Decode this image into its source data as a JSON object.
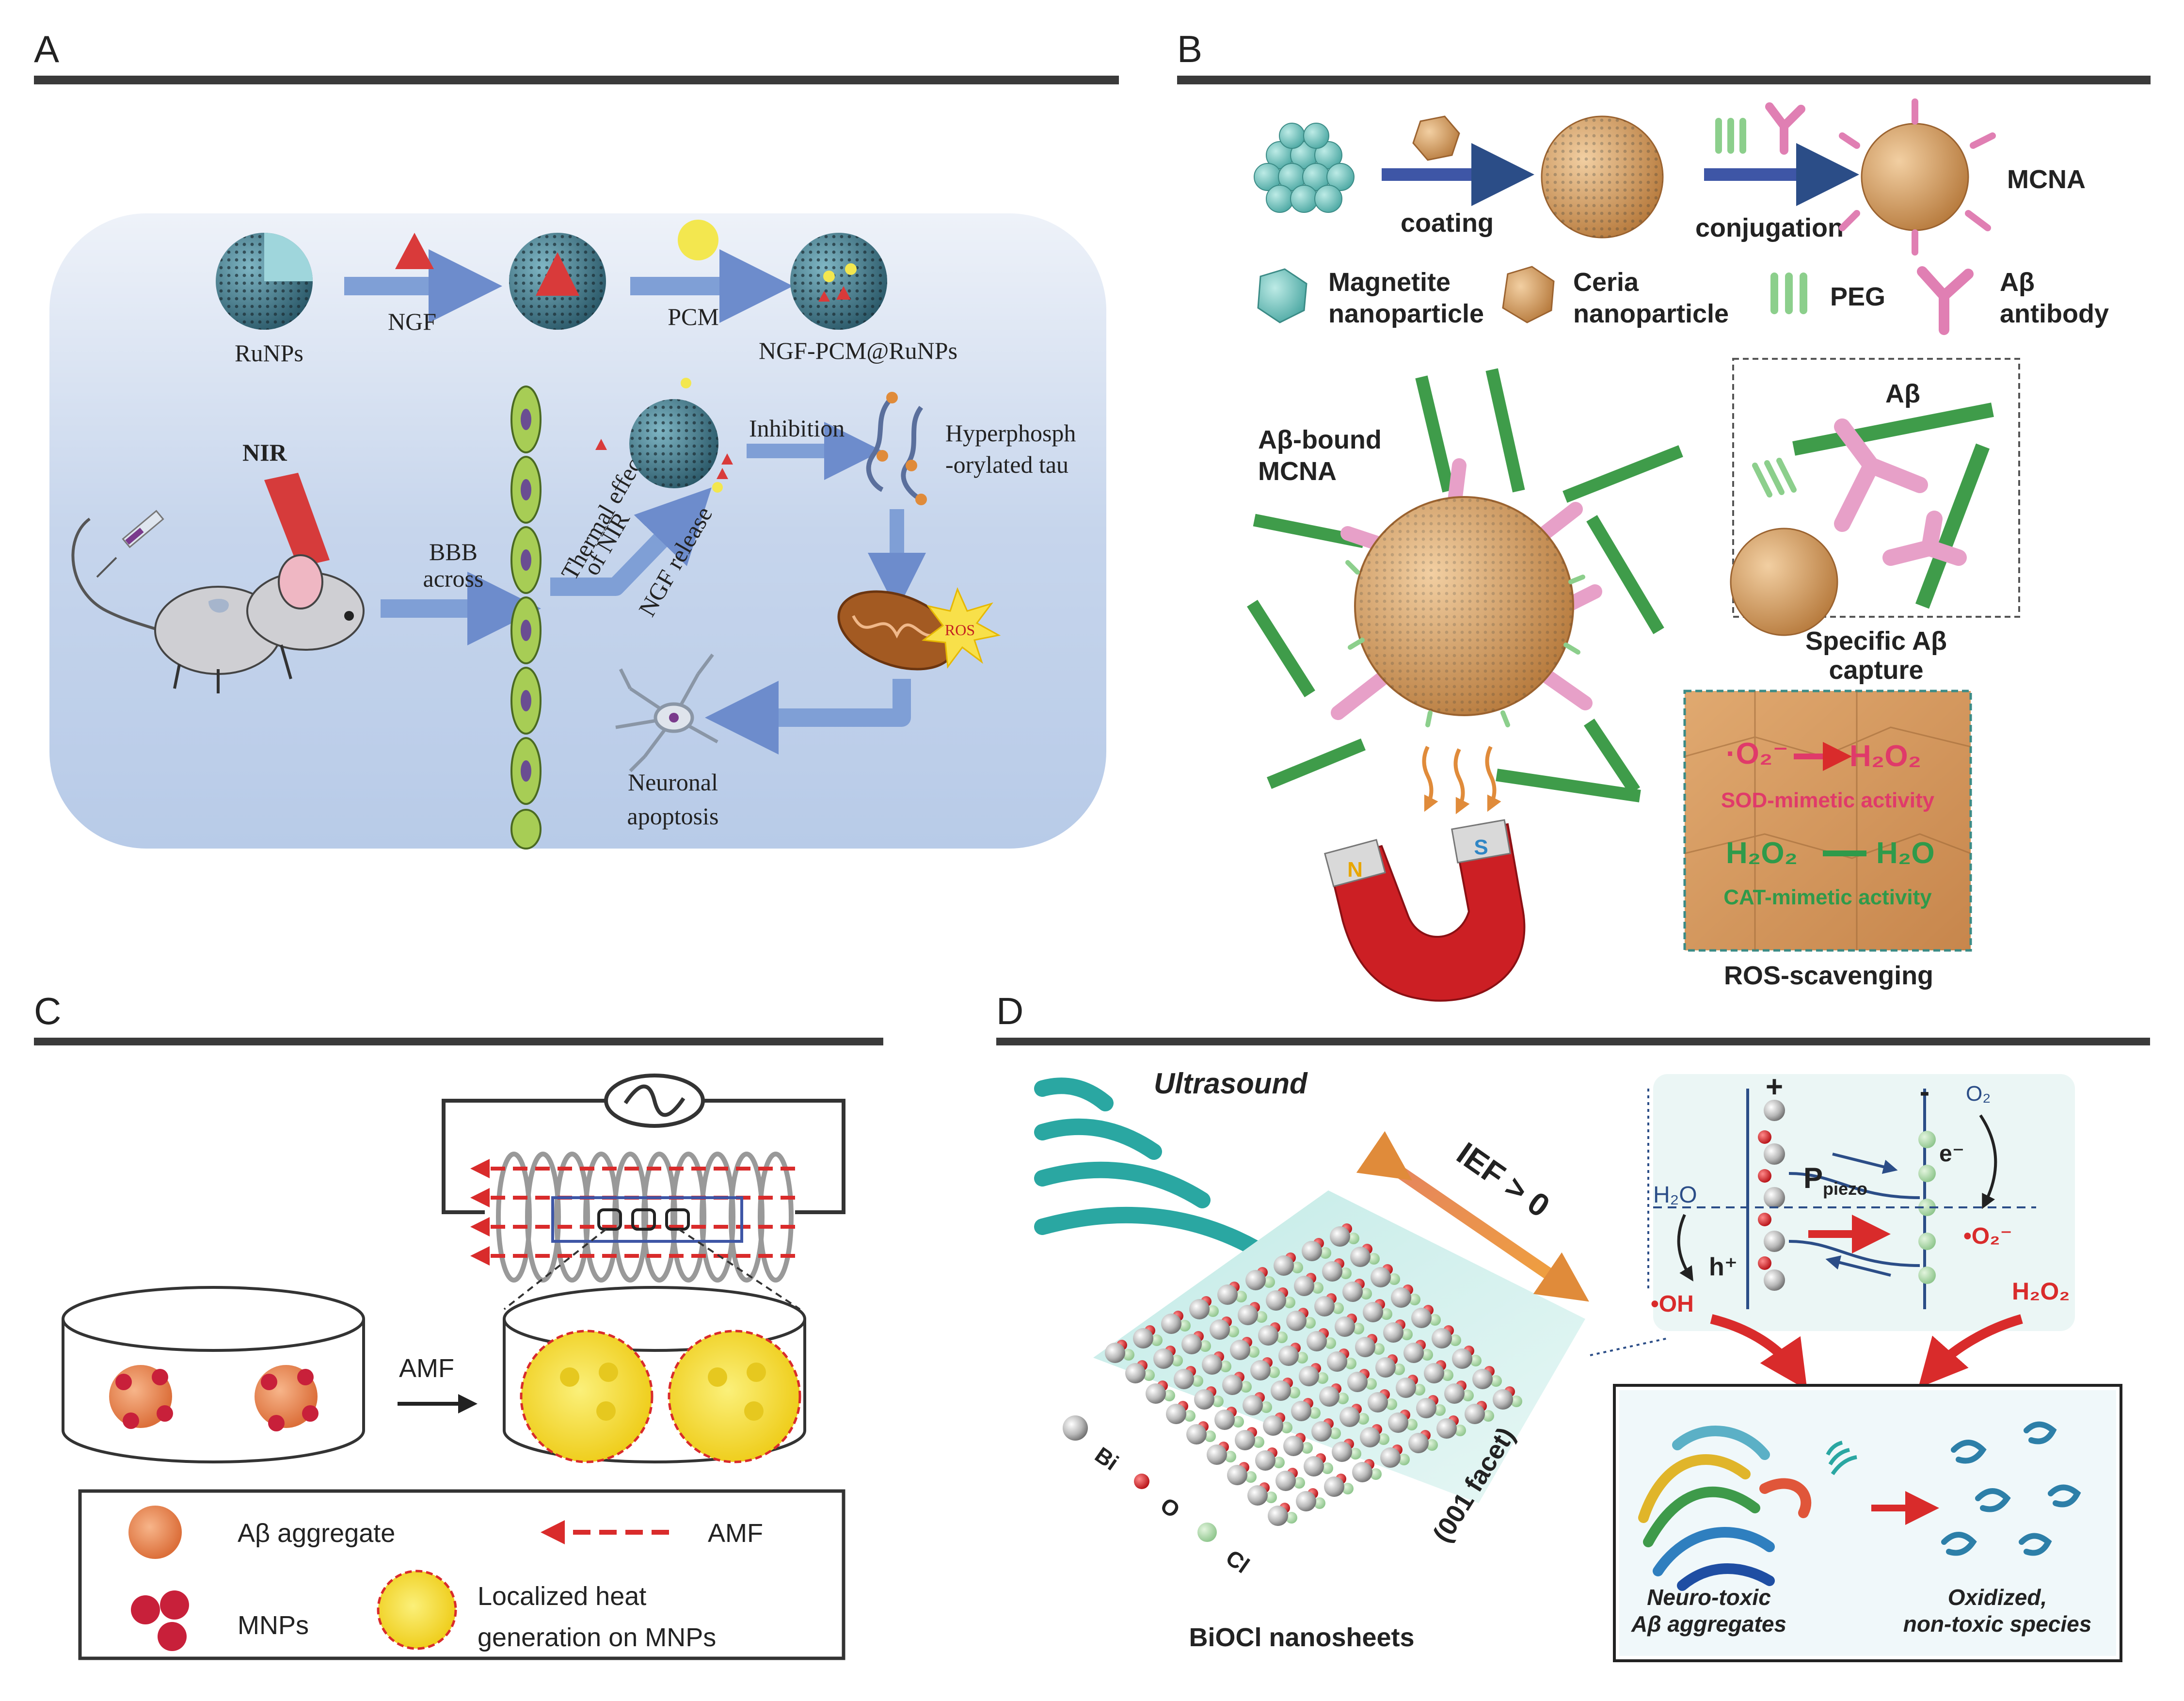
{
  "panels": {
    "a": {
      "letter": "A",
      "ruNPs": "RuNPs",
      "ngf": "NGF",
      "pcm": "PCM",
      "product": "NGF-PCM@RuNPs",
      "nir": "NIR",
      "bbb_line1": "BBB",
      "bbb_line2": "across",
      "thermal_line1": "Thermal effect",
      "thermal_line2": "of NIR",
      "ngf_release": "NGF release",
      "inhibition": "Inhibition",
      "tau_line1": "Hyperphosph",
      "tau_line2": "-orylated tau",
      "ros": "ROS",
      "apoptosis_line1": "Neuronal",
      "apoptosis_line2": "apoptosis"
    },
    "b": {
      "letter": "B",
      "coating": "coating",
      "conjugation": "conjugation",
      "mcna": "MCNA",
      "legend_magnetite_1": "Magnetite",
      "legend_magnetite_2": "nanoparticle",
      "legend_ceria_1": "Ceria",
      "legend_ceria_2": "nanoparticle",
      "legend_peg": "PEG",
      "legend_ab_1": "Aβ",
      "legend_ab_2": "antibody",
      "bound_1": "Aβ-bound",
      "bound_2": "MCNA",
      "inset_ab": "Aβ",
      "capture_1": "Specific Aβ",
      "capture_2": "capture",
      "o2_radical": "·O₂⁻",
      "h2o2": "H₂O₂",
      "sod": "SOD-mimetic activity",
      "h2o2_b": "H₂O₂",
      "h2o": "H₂O",
      "cat": "CAT-mimetic activity",
      "ros_scavenging": "ROS-scavenging",
      "magnet_n": "N",
      "magnet_s": "S"
    },
    "c": {
      "letter": "C",
      "amf_arrow": "AMF",
      "legend_aggregate": "Aβ aggregate",
      "legend_amf": "AMF",
      "legend_mnps": "MNPs",
      "legend_heat_1": "Localized heat",
      "legend_heat_2": "generation on MNPs"
    },
    "d": {
      "letter": "D",
      "ultrasound": "Ultrasound",
      "ief": "IEF > 0",
      "facet": "(001 facet)",
      "bi": "Bi",
      "o": "O",
      "cl": "Cl",
      "sheet": "BiOCl nanosheets",
      "plus": "+",
      "minus": "-",
      "o2": "O₂",
      "e": "e⁻",
      "p_main": "P",
      "p_sub": "piezo",
      "h2o": "H₂O",
      "h": "h⁺",
      "oh": "•OH",
      "o2_rad": "•O₂⁻",
      "h2o2": "H₂O₂",
      "neuro_1": "Neuro-toxic",
      "neuro_2": "Aβ aggregates",
      "oxid_1": "Oxidized,",
      "oxid_2": "non-toxic species"
    }
  },
  "colors": {
    "blue_arrow": "#7f9fd6",
    "teal": "#6fc7c4",
    "ceria": "#d9a066",
    "green_fibril": "#3f9c4a",
    "antibody": "#e7a0c8",
    "red": "#d92b2b",
    "heat_yellow": "#f3e12f",
    "mnp_red": "#c8203a"
  }
}
